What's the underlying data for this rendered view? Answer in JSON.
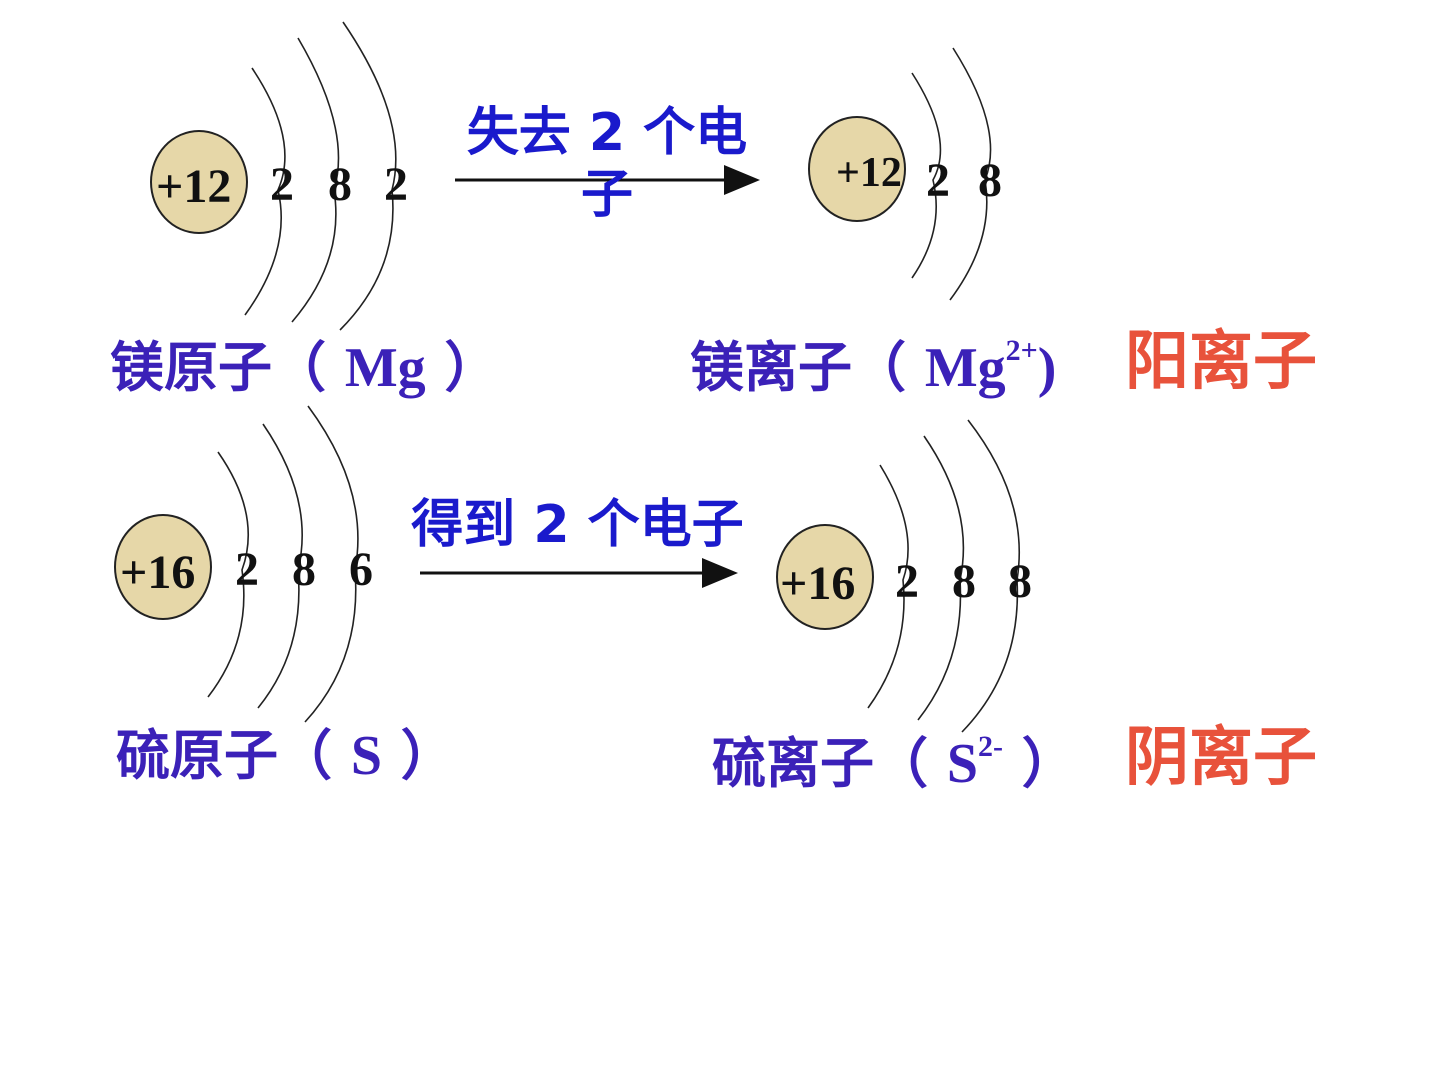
{
  "colors": {
    "nucleus_fill": "#e6d7a8",
    "label_text": "#3b21b8",
    "process_text": "#1a1acc",
    "ion_type_text": "#e8523b",
    "shell_stroke": "#222222"
  },
  "mg_atom": {
    "nucleus_charge": "+12",
    "electrons": [
      "2",
      "8",
      "2"
    ],
    "label_prefix": "镁原子（ ",
    "label_symbol": "Mg",
    "label_suffix": " ）"
  },
  "mg_process": {
    "text": "失去 2 个电子"
  },
  "mg_ion": {
    "nucleus_charge": "+12",
    "electrons": [
      "2",
      "8"
    ],
    "label_prefix": "镁离子（ ",
    "label_symbol": "Mg",
    "label_charge": "2+",
    "label_suffix": ")",
    "ion_type": "阳离子"
  },
  "s_atom": {
    "nucleus_charge": "+16",
    "electrons": [
      "2",
      "8",
      "6"
    ],
    "label_prefix": "硫原子（ ",
    "label_symbol": "S",
    "label_suffix": " ）"
  },
  "s_process": {
    "text": "得到 2 个电子"
  },
  "s_ion": {
    "nucleus_charge": "+16",
    "electrons": [
      "2",
      "8",
      "8"
    ],
    "label_prefix": "硫离子（  ",
    "label_symbol": "S",
    "label_charge": "2-",
    "label_suffix": " ）",
    "ion_type": "阴离子"
  }
}
